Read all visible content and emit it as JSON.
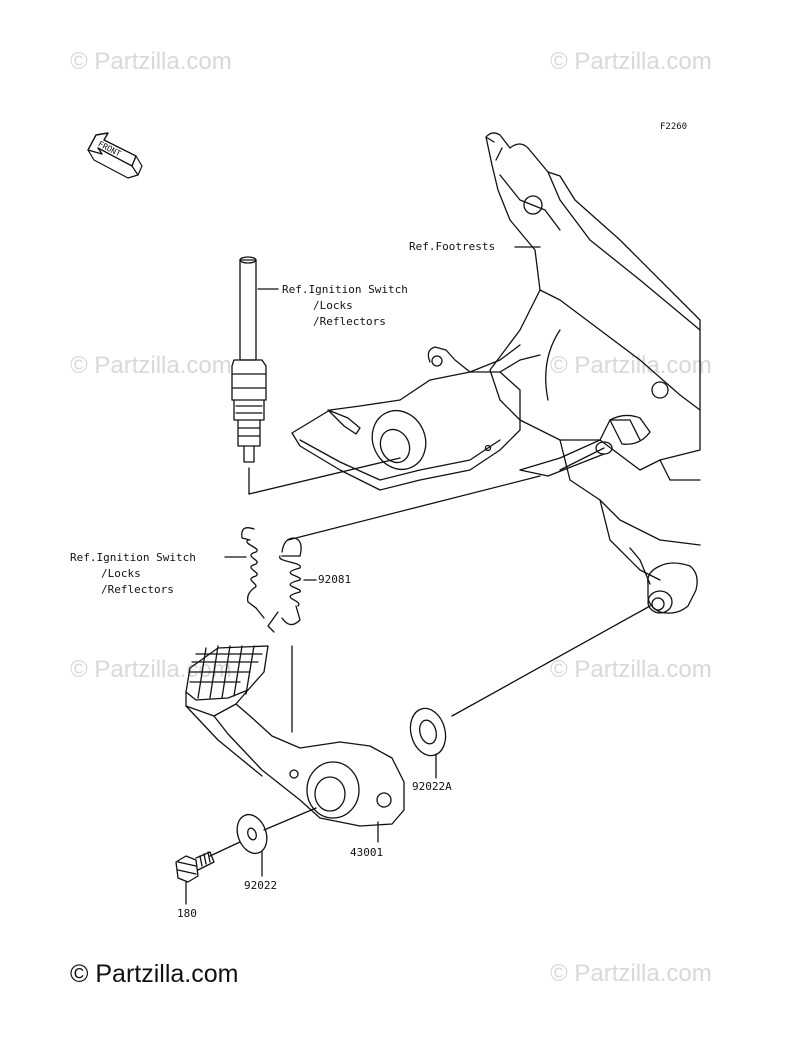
{
  "watermark": "© Partzilla.com",
  "copyright": "© Partzilla.com",
  "figure_code": "F2260",
  "front_label": "FRONT",
  "labels": {
    "ref_footrests": "Ref.Footrests",
    "ref_ignition_a": [
      "Ref.Ignition Switch",
      "/Locks",
      "/Reflectors"
    ],
    "ref_ignition_b": [
      "Ref.Ignition Switch",
      "/Locks",
      "/Reflectors"
    ]
  },
  "parts": {
    "spring": "92081",
    "washer_large": "92022A",
    "brake_pedal": "43001",
    "washer_small": "92022",
    "bolt": "180"
  }
}
